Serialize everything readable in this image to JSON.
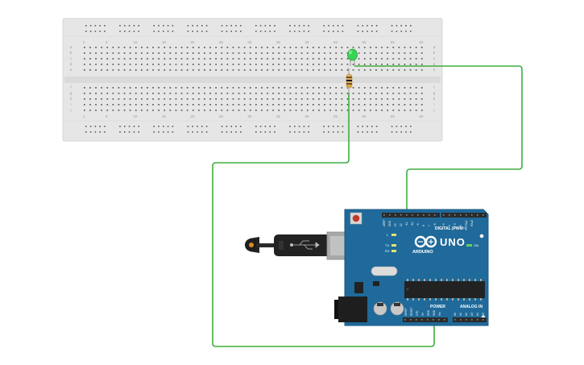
{
  "breadboard": {
    "column_labels": [
      "1",
      "5",
      "10",
      "15",
      "20",
      "25",
      "30",
      "35",
      "40",
      "45",
      "50",
      "55",
      "60"
    ],
    "row_labels_top": [
      "a",
      "b",
      "c",
      "d",
      "e"
    ],
    "row_labels_bottom": [
      "f",
      "g",
      "h",
      "i",
      "j"
    ]
  },
  "arduino": {
    "brand": "ARDUINO",
    "model": "UNO",
    "digital_label": "DIGITAL (PWM~)",
    "power_label": "POWER",
    "analog_label": "ANALOG IN",
    "led_labels": [
      "L",
      "TX",
      "RX"
    ],
    "on_label": "ON",
    "power_pin_labels": [
      "IOREF",
      "RESET",
      "3.3V",
      "5V",
      "GND",
      "GND",
      "Vin"
    ],
    "analog_pin_labels": [
      "A0",
      "A1",
      "A2",
      "A3",
      "A4",
      "A5"
    ],
    "digital_pin_labels": [
      "AREF",
      "GND",
      "13",
      "12",
      "~11",
      "~10",
      "~9",
      "8",
      "7",
      "~6",
      "~5",
      "4",
      "~3",
      "2",
      "TX▸1",
      "RX◂0"
    ]
  },
  "components": {
    "led_color": "#39d353",
    "wire_color": "#3fae3f",
    "board_color": "#1f6a9a"
  }
}
